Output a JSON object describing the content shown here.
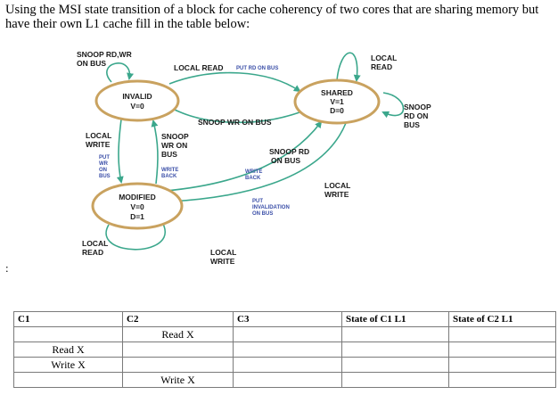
{
  "question": "Using the MSI state transition of a block for cache coherency of two cores that are sharing memory but have their own L1 cache fill in the table below:",
  "colon": ":",
  "diagram": {
    "states": {
      "invalid": {
        "name": "INVALID",
        "line1": "V=0"
      },
      "shared": {
        "name": "SHARED",
        "line1": "V=1",
        "line2": "D=0"
      },
      "modified": {
        "name": "MODIFIED",
        "line1": "V=0",
        "line2": "D=1"
      }
    },
    "labels": {
      "snoop_rd_wr_1": "SNOOP RD,WR",
      "snoop_rd_wr_2": "ON BUS",
      "local_read_top": "LOCAL READ",
      "put_rd_on_bus": "PUT RD ON BUS",
      "local_read_shared_1": "LOCAL",
      "local_read_shared_2": "READ",
      "snoop_rd_on_bus_right_1": "SNOOP",
      "snoop_rd_on_bus_right_2": "RD ON",
      "snoop_rd_on_bus_right_3": "BUS",
      "snoop_wr_on_bus": "SNOOP WR ON BUS",
      "local_write_left_1": "LOCAL",
      "local_write_left_2": "WRITE",
      "put_wr_on_bus_1": "PUT",
      "put_wr_on_bus_2": "WR",
      "put_wr_on_bus_3": "ON",
      "put_wr_on_bus_4": "BUS",
      "snoop_wr_on_bus_mid_1": "SNOOP",
      "snoop_wr_on_bus_mid_2": "WR ON",
      "snoop_wr_on_bus_mid_3": "BUS",
      "write_back_left_1": "WRITE",
      "write_back_left_2": "BACK",
      "snoop_rd_on_bus_mid_1": "SNOOP RD",
      "snoop_rd_on_bus_mid_2": "ON BUS",
      "write_back_mid_1": "WRITE",
      "write_back_mid_2": "BACK",
      "local_write_right_1": "LOCAL",
      "local_write_right_2": "WRITE",
      "put_invalidation_1": "PUT",
      "put_invalidation_2": "INVALIDATION",
      "put_invalidation_3": "ON BUS",
      "local_read_bottom_1": "LOCAL",
      "local_read_bottom_2": "READ",
      "local_write_bottom_1": "LOCAL",
      "local_write_bottom_2": "WRITE"
    },
    "colors": {
      "state_border": "#c9a25f",
      "arrow": "#3ba78c",
      "blue_text": "#3b4fa8"
    }
  },
  "table": {
    "headers": [
      "C1",
      "C2",
      "C3",
      "State of C1 L1",
      "State of C2 L1"
    ],
    "rows": [
      [
        "",
        "Read X",
        "",
        "",
        ""
      ],
      [
        "Read X",
        "",
        "",
        "",
        ""
      ],
      [
        "Write X",
        "",
        "",
        "",
        ""
      ],
      [
        "",
        "Write X",
        "",
        "",
        ""
      ]
    ]
  }
}
